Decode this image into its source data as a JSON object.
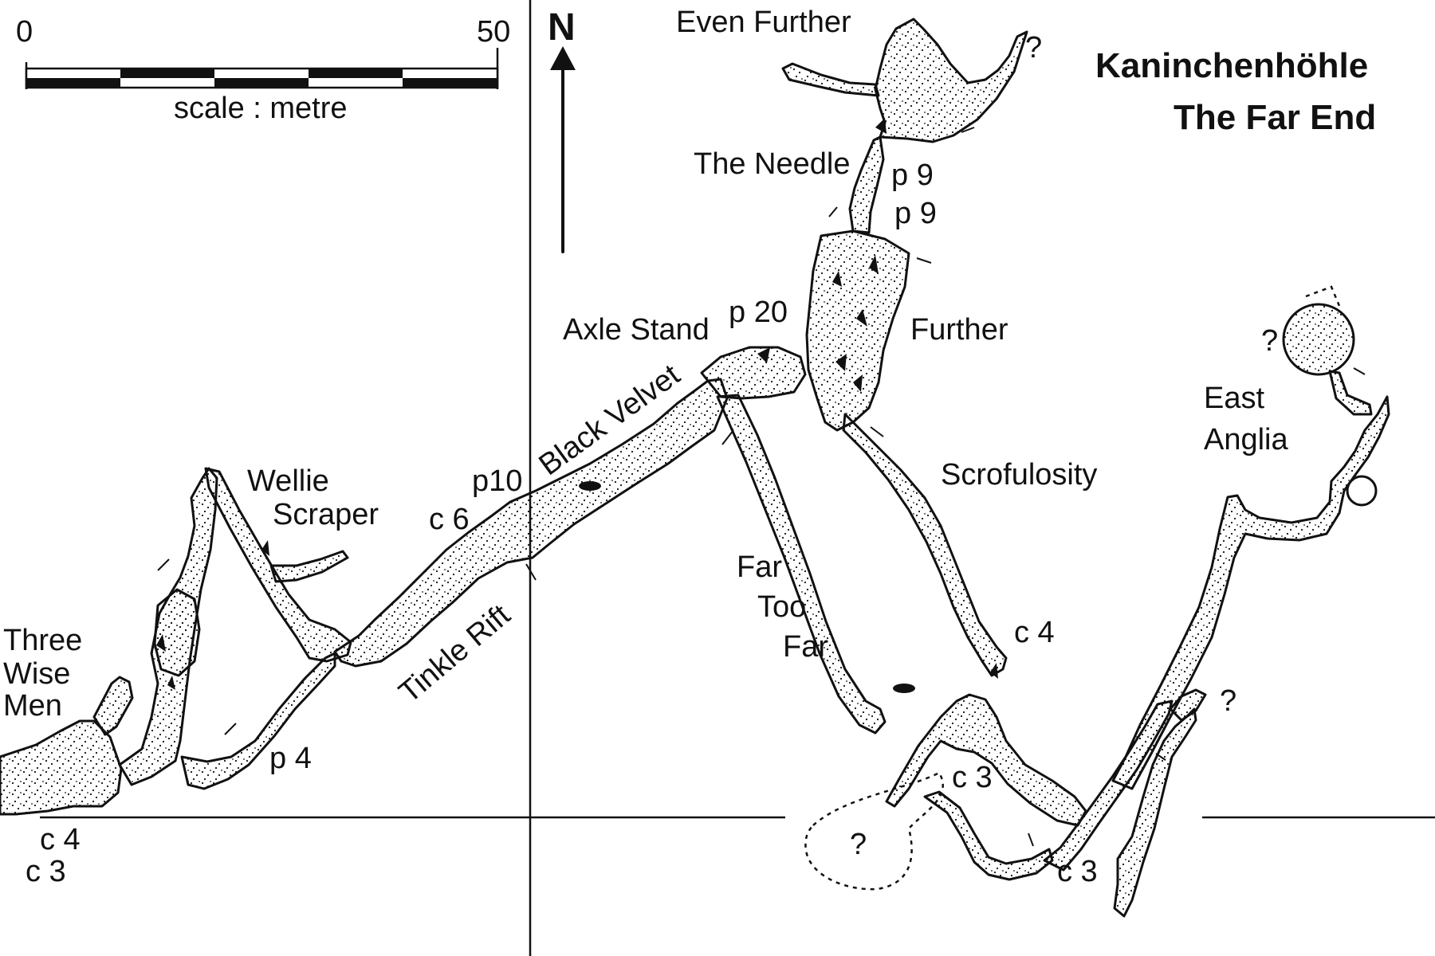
{
  "title": {
    "line1": "Kaninchenhöhle",
    "line2": "The Far End"
  },
  "scale": {
    "start": "0",
    "end": "50",
    "caption": "scale : metre"
  },
  "north_label": "N",
  "labels": {
    "even_further": "Even Further",
    "the_needle": "The Needle",
    "p9_upper": "p 9",
    "p9_lower": "p 9",
    "axle_stand": "Axle Stand",
    "p20": "p 20",
    "further": "Further",
    "black_velvet": "Black Velvet",
    "scrofulosity": "Scrofulosity",
    "east": "East",
    "anglia": "Anglia",
    "wellie": "Wellie",
    "scraper": "Scraper",
    "p10": "p10",
    "c6": "c 6",
    "far": "Far",
    "too": "Too",
    "far2": "Far",
    "tinkle_rift": "Tinkle Rift",
    "three": "Three",
    "wise": "Wise",
    "men": "Men",
    "p4": "p 4",
    "c4_right": "c 4",
    "c3_mid": "c 3",
    "c3_right": "c 3",
    "c4_left": "c 4",
    "c3_left": "c 3",
    "q_top": "?",
    "q_east": "?",
    "q_right": "?",
    "q_sump": "?"
  }
}
